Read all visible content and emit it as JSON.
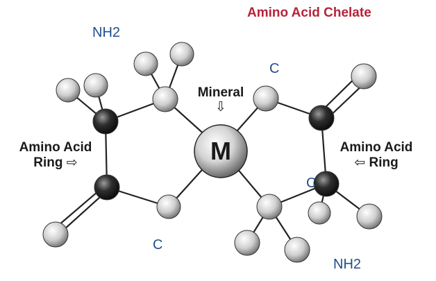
{
  "title": "Amino Acid Chelate",
  "labels": {
    "nh2_top": "NH2",
    "nh2_bottom": "NH2",
    "c_top": "C",
    "c_bottom": "C",
    "c_right": "C",
    "mineral": "Mineral",
    "metal": "M",
    "ring_left_line1": "Amino Acid",
    "ring_left_line2": "Ring",
    "ring_right_line1": "Amino Acid",
    "ring_right_line2": "Ring"
  },
  "icons": {
    "left_arrow": "arrow-right-outline-icon",
    "right_arrow": "arrow-left-outline-icon",
    "mineral_arrow": "arrow-down-outline-icon"
  },
  "colors": {
    "title": "#b5243a",
    "label_blue": "#1f4e8c",
    "label_black": "#1a1a1a",
    "bond": "#222222"
  }
}
